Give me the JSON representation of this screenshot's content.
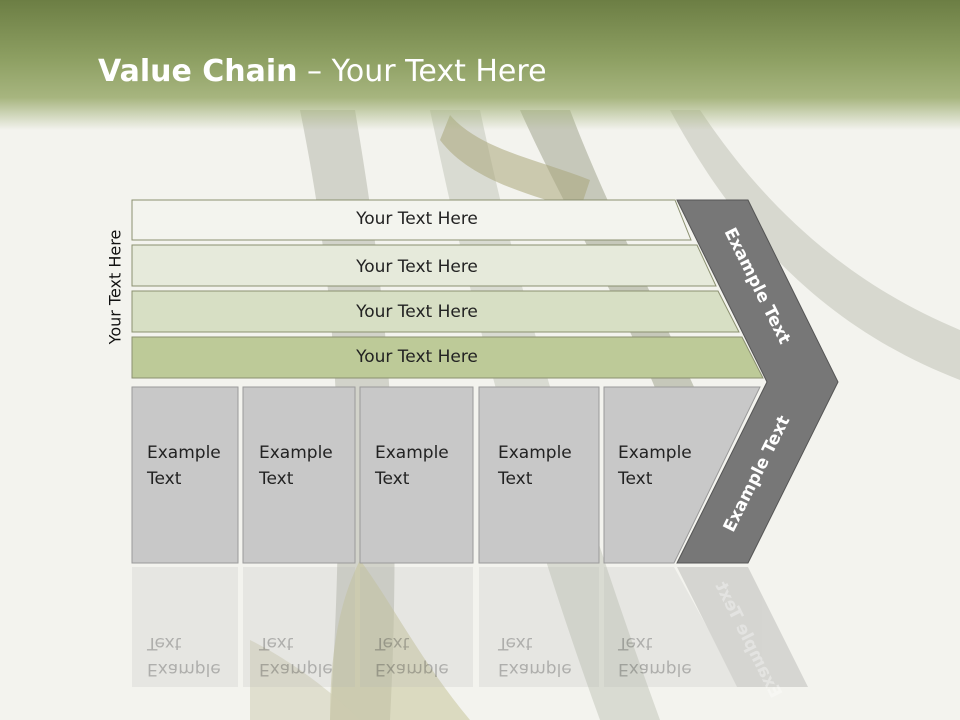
{
  "title": {
    "bold": "Value Chain",
    "rest": " – Your Text Here"
  },
  "side_label": "Your Text Here",
  "rows": [
    {
      "label": "Your Text Here"
    },
    {
      "label": "Your Text Here"
    },
    {
      "label": "Your Text Here"
    },
    {
      "label": "Your Text Here"
    }
  ],
  "boxes": [
    {
      "line1": "Example",
      "line2": "Text"
    },
    {
      "line1": "Example",
      "line2": "Text"
    },
    {
      "line1": "Example",
      "line2": "Text"
    },
    {
      "line1": "Example",
      "line2": "Text"
    },
    {
      "line1": "Example",
      "line2": "Text"
    }
  ],
  "chevron": {
    "upper_label": "Example Text",
    "lower_label": "Example Text"
  },
  "colors": {
    "header": "#7a8c4e",
    "row1": "#f3f4ee",
    "row2": "#e6eadb",
    "row3": "#d7dfc4",
    "row4": "#bdca98",
    "box": "#c8c8c8",
    "chevron": "#777777",
    "title_text": "#ffffff"
  }
}
